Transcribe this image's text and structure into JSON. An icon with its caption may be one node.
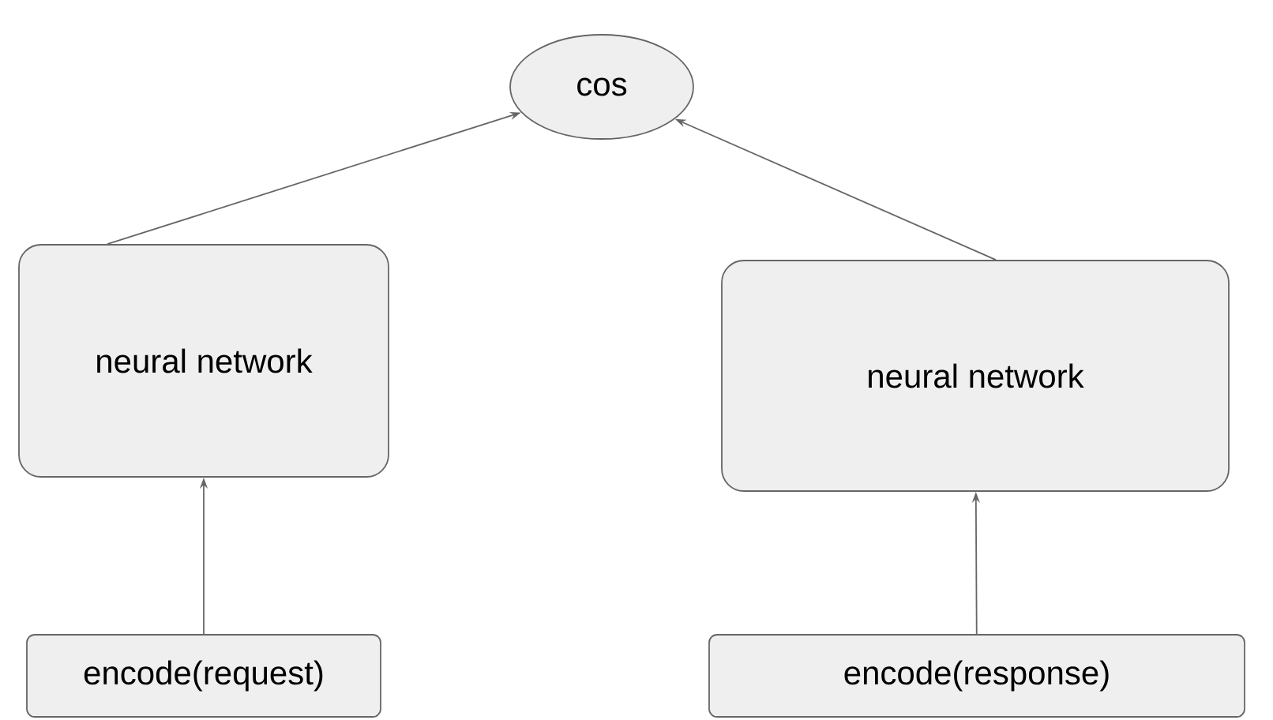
{
  "diagram": {
    "nodes": [
      {
        "text": [
          "cos"
        ]
      },
      {
        "text": [
          "neural network"
        ]
      },
      {
        "text": [
          "neural network"
        ]
      },
      {
        "text": [
          "encode(request)"
        ]
      },
      {
        "text": [
          "encode(response)"
        ]
      }
    ],
    "edges": [
      {
        "from": 3,
        "to": 1,
        "arrow": "to"
      },
      {
        "from": 4,
        "to": 2,
        "arrow": "to"
      },
      {
        "from": 1,
        "to": 0,
        "arrow": "to"
      },
      {
        "from": 2,
        "to": 0,
        "arrow": "to"
      }
    ]
  }
}
